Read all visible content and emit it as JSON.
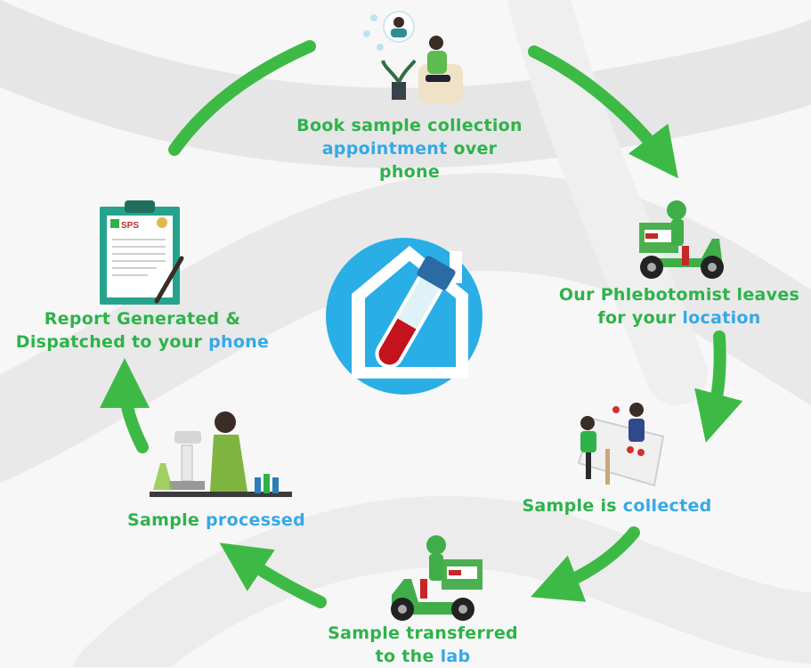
{
  "colors": {
    "green": "#2db34a",
    "blue": "#35a9e6",
    "arrow": "#3dba45"
  },
  "center_icon": "home-blood-test-icon",
  "logo_text": "SPS",
  "steps": [
    {
      "icon": "phone-booking-icon",
      "line1": "Book sample collection",
      "line2_hl": "appointment",
      "line2_rest": " over phone"
    },
    {
      "icon": "scooter-phlebotomist-icon",
      "line1": "Our Phlebotomist leaves",
      "line2_pre": "for your ",
      "line2_hl": "location"
    },
    {
      "icon": "sample-collection-icon",
      "pre": "Sample is ",
      "hl": "collected"
    },
    {
      "icon": "scooter-transfer-icon",
      "line1": "Sample transferred",
      "line2_pre": "to the ",
      "line2_hl": "lab"
    },
    {
      "icon": "lab-microscope-icon",
      "pre": "Sample ",
      "hl": "processed"
    },
    {
      "icon": "clipboard-report-icon",
      "line1": "Report Generated &",
      "line2_pre": "Dispatched to your ",
      "line2_hl": "phone"
    }
  ]
}
